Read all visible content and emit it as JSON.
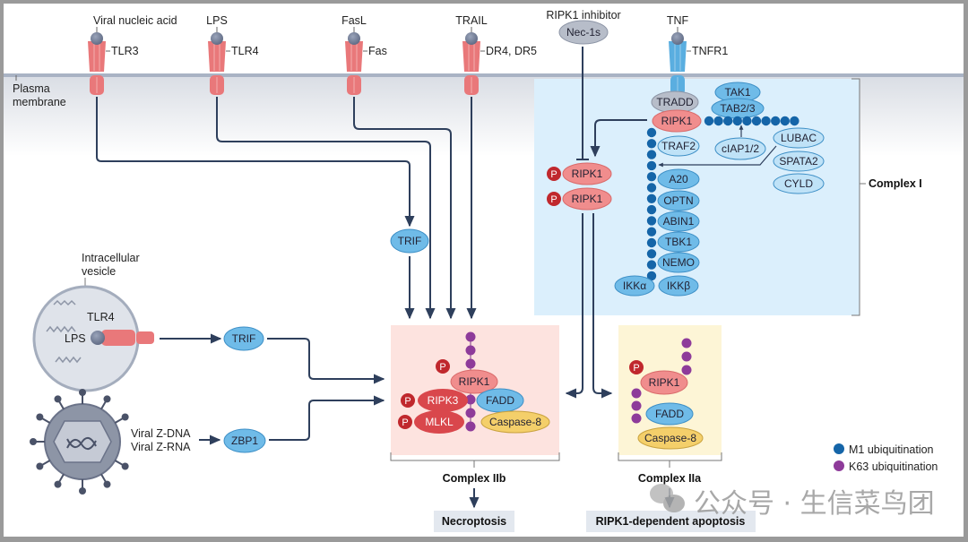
{
  "figure": {
    "membrane_label": [
      "Plasma",
      "membrane"
    ],
    "receptors": [
      {
        "ligand": "Viral nucleic acid",
        "receptor": "TLR3",
        "color": "#e9787a"
      },
      {
        "ligand": "LPS",
        "receptor": "TLR4",
        "color": "#e9787a"
      },
      {
        "ligand": "FasL",
        "receptor": "Fas",
        "color": "#e9787a"
      },
      {
        "ligand": "TRAIL",
        "receptor": "DR4, DR5",
        "color": "#e9787a"
      },
      {
        "ligand": "TNF",
        "receptor": "TNFR1",
        "color": "#5aaee0"
      }
    ],
    "inhibitor": {
      "label": "RIPK1 inhibitor",
      "name": "Nec-1s"
    },
    "adaptors": {
      "trif_top": "TRIF",
      "trif_vesicle": "TRIF",
      "zbp1": "ZBP1"
    },
    "vesicle": {
      "label": [
        "Intracellular",
        "vesicle"
      ],
      "receptor": "TLR4",
      "ligand": "LPS"
    },
    "virus": {
      "labels": [
        "Viral Z-DNA",
        "Viral Z-RNA"
      ]
    },
    "complex_I": {
      "label": "Complex I",
      "tradd": "TRADD",
      "ripk1": "RIPK1",
      "tak1": "TAK1",
      "tab": "TAB2/3",
      "ciap": "cIAP1/2",
      "right_column": [
        "LUBAC",
        "SPATA2",
        "CYLD"
      ],
      "chain_proteins": [
        "TRAF2",
        "A20",
        "OPTN",
        "ABIN1",
        "TBK1",
        "NEMO"
      ],
      "ikk": [
        "IKKα",
        "IKKβ"
      ]
    },
    "phospho_ripk1": [
      "RIPK1",
      "RIPK1"
    ],
    "phospho_label": "P",
    "complex_IIb": {
      "label": "Complex IIb",
      "proteins": {
        "ripk1": "RIPK1",
        "ripk3": "RIPK3",
        "mlkl": "MLKL",
        "fadd": "FADD",
        "casp8": "Caspase-8"
      },
      "outcome": "Necroptosis"
    },
    "complex_IIa": {
      "label": "Complex IIa",
      "proteins": {
        "ripk1": "RIPK1",
        "fadd": "FADD",
        "casp8": "Caspase-8"
      },
      "outcome": "RIPK1-dependent apoptosis"
    },
    "legend": [
      {
        "label": "M1 ubiquitination",
        "color": "#1565a8"
      },
      {
        "label": "K63 ubiquitination",
        "color": "#8e3b9a"
      }
    ],
    "watermark": "公众号 · 生信菜鸟团",
    "colors": {
      "red_protein": "#f08d8d",
      "dark_red_protein": "#d9474c",
      "blue_protein": "#6fbbe8",
      "light_blue_protein": "#bfe2f7",
      "yellow_protein": "#f4cf6a",
      "gray_protein": "#b7bdc9",
      "phospho": "#c0282d",
      "arrow": "#2e3f5c",
      "complex_I_bg": "#dbeffc",
      "complex_IIb_bg": "#fde3df",
      "complex_IIa_bg": "#fdf5d6",
      "outcome_bg": "#e3e8ef"
    }
  }
}
